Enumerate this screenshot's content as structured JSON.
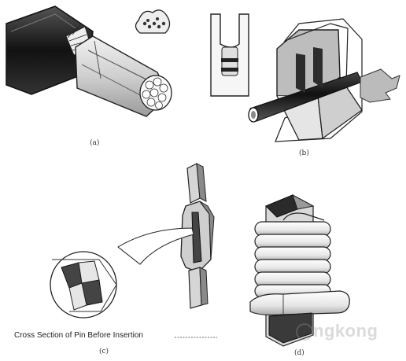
{
  "panels": {
    "a": {
      "label": "(a)"
    },
    "b": {
      "label": "(b)"
    },
    "c": {
      "label": "(c)",
      "caption": "Cross Section of Pin Before Insertion"
    },
    "d": {
      "label": "(d)"
    }
  },
  "watermark": {
    "text": "ngkong"
  },
  "colors": {
    "ink": "#222222",
    "fill_dark": "#2b2b2b",
    "fill_mid": "#9a9a9a",
    "fill_light": "#d9d9d9"
  }
}
